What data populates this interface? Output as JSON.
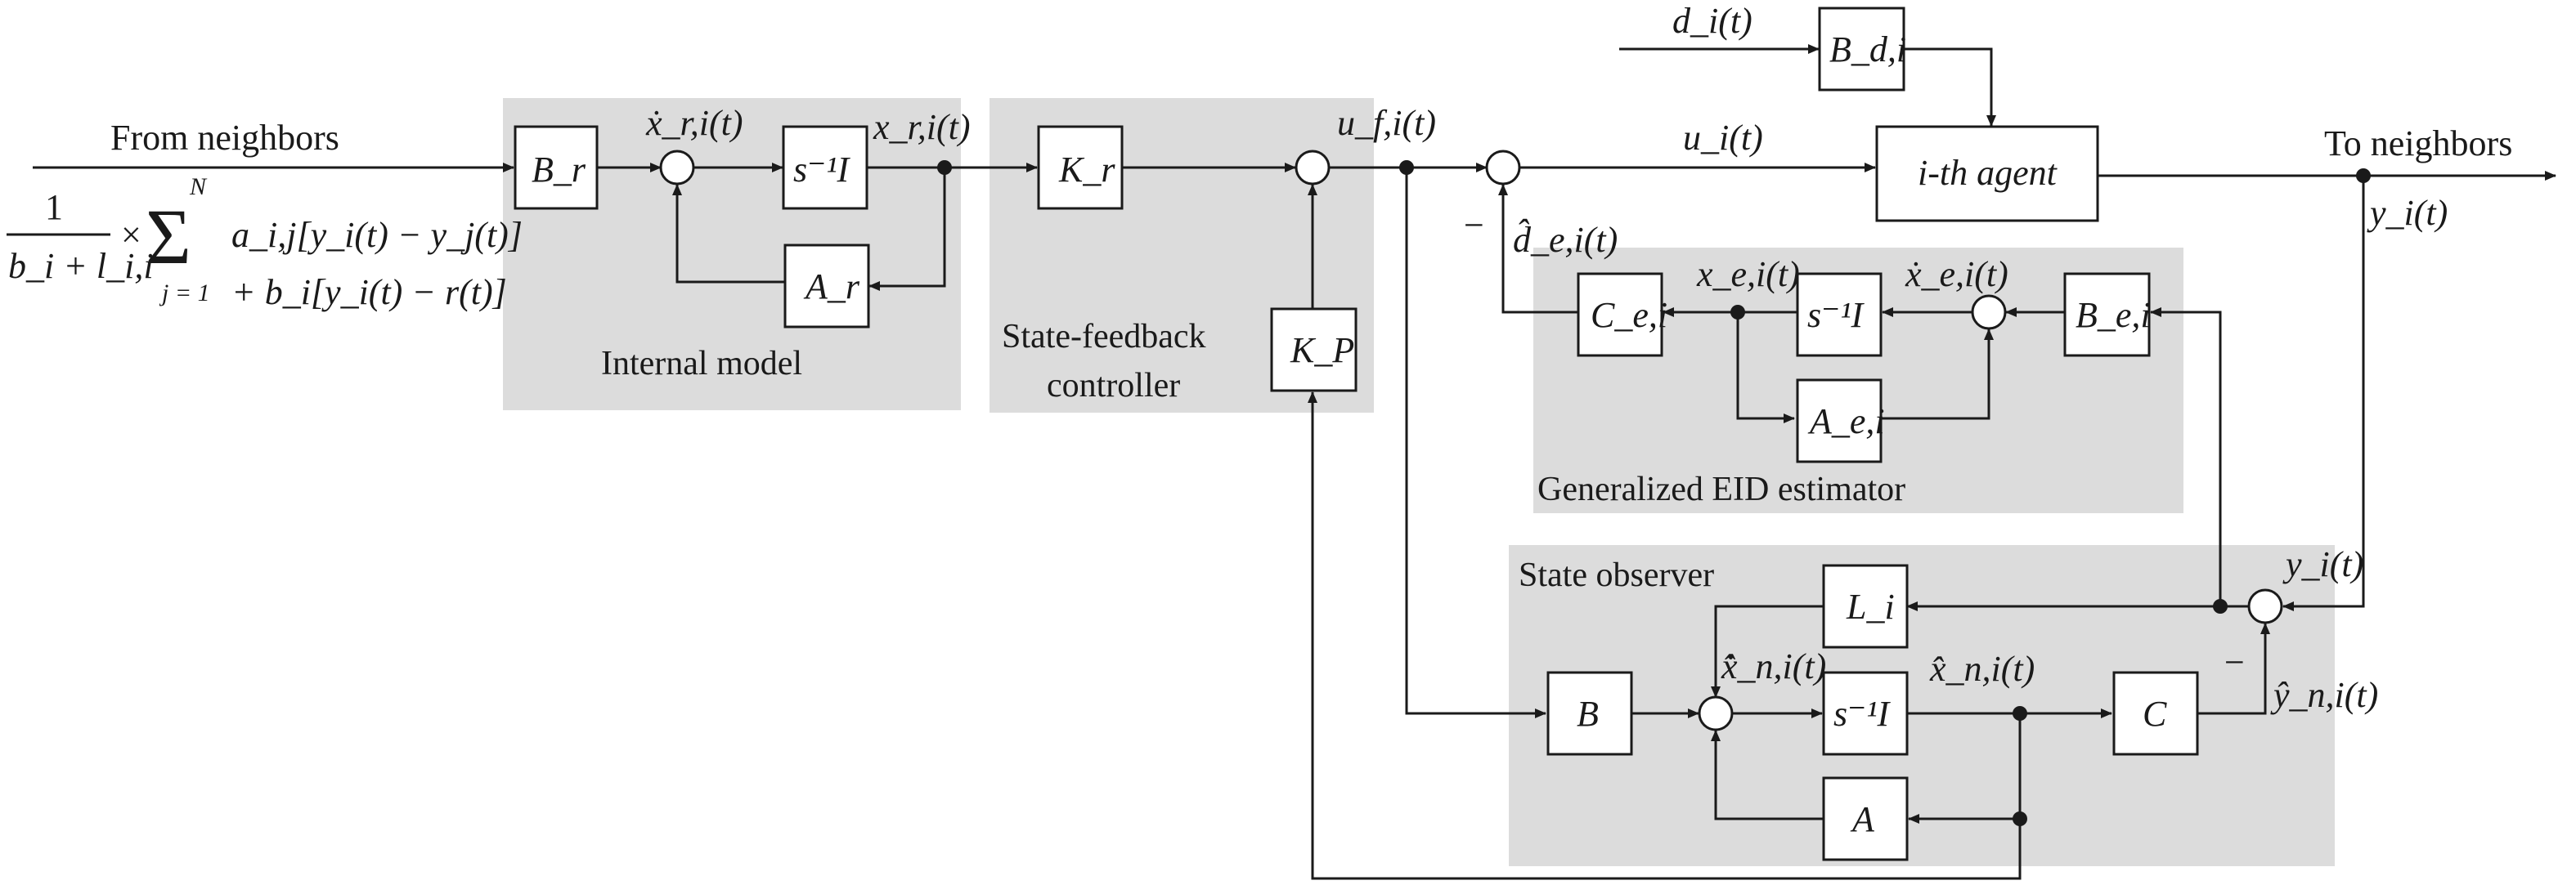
{
  "inputs": {
    "from_neighbors": "From neighbors",
    "to_neighbors": "To neighbors",
    "disturbance": "d_i(t)"
  },
  "formula": {
    "numerator": "1",
    "denominator": "b_i + l_i,i",
    "times": "×",
    "sum_top": "N",
    "sum_bottom": "j = 1",
    "term1": "a_i,j[y_i(t) − y_j(t)]",
    "term2": "+ b_i[y_i(t) − r(t)]"
  },
  "regions": {
    "internal_model": "Internal model",
    "state_feedback_line1": "State-feedback",
    "state_feedback_line2": "controller",
    "eid_estimator": "Generalized EID estimator",
    "state_observer": "State observer"
  },
  "blocks": {
    "Br": "B_r",
    "s1I_r": "s⁻¹I",
    "Ar": "A_r",
    "Kr": "K_r",
    "Kp": "K_P",
    "Bd": "B_d,i",
    "agent": "i-th agent",
    "Ce": "C_e,i",
    "s1I_e": "s⁻¹I",
    "Be": "B_e,i",
    "Ae": "A_e,i",
    "Li": "L_i",
    "B": "B",
    "s1I_n": "s⁻¹I",
    "C": "C",
    "A": "A"
  },
  "signals": {
    "xr_dot": "ẋ_r,i(t)",
    "xr": "x_r,i(t)",
    "uf": "u_f,i(t)",
    "u": "u_i(t)",
    "y_out": "y_i(t)",
    "de_hat": "d̂_e,i(t)",
    "minus1": "−",
    "xe": "x_e,i(t)",
    "xe_dot": "ẋ_e,i(t)",
    "y_obs": "y_i(t)",
    "xn_hat_dot": "x̂̇_n,i(t)",
    "xn_hat": "x̂_n,i(t)",
    "minus2": "−",
    "yn_hat": "ŷ_n,i(t)"
  }
}
